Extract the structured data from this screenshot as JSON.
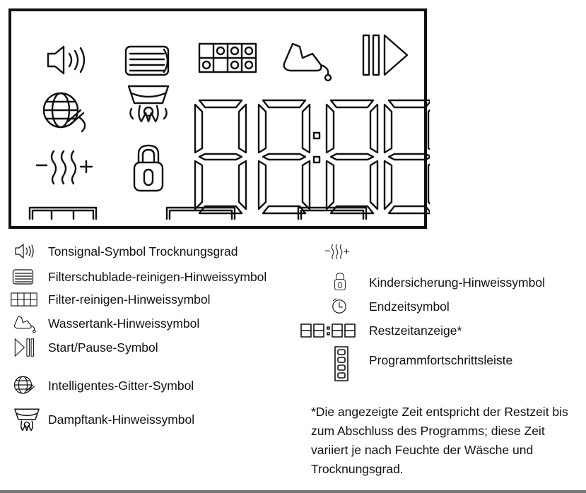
{
  "legend": {
    "items": [
      {
        "icon": "speaker-icon",
        "text": "Tonsignal-Symbol Trocknungsgrad"
      },
      {
        "icon": "filter-drawer-icon",
        "text": "Filterschublade-reinigen-Hinweissymbol"
      },
      {
        "icon": "filter-grid-icon",
        "text": "Filter-reinigen-Hinweissymbol"
      },
      {
        "icon": "water-tank-icon",
        "text": "Wassertank-Hinweissymbol"
      },
      {
        "icon": "play-pause-icon",
        "text": "Start/Pause-Symbol"
      },
      {
        "icon": "smart-grid-icon",
        "text": "Intelligentes-Gitter-Symbol"
      },
      {
        "icon": "steam-tank-icon",
        "text": "Dampftank-Hinweissymbol"
      },
      {
        "icon": "dryness-level-icon",
        "text": ""
      },
      {
        "icon": "padlock-icon",
        "text": "Kindersicherung-Hinweissymbol"
      },
      {
        "icon": "end-time-clock-icon",
        "text": "Endzeitsymbol"
      },
      {
        "icon": "remaining-time-digits-icon",
        "text": "Restzeitanzeige*"
      },
      {
        "icon": "progress-bar-icon",
        "text": "Programmfortschrittsleiste"
      }
    ]
  },
  "note": {
    "text": "*Die angezeigte Zeit entspricht der Restzeit bis zum Abschluss des Programms; diese Zeit variiert je nach Feuchte der Wäsche und Trocknungsgrad."
  }
}
